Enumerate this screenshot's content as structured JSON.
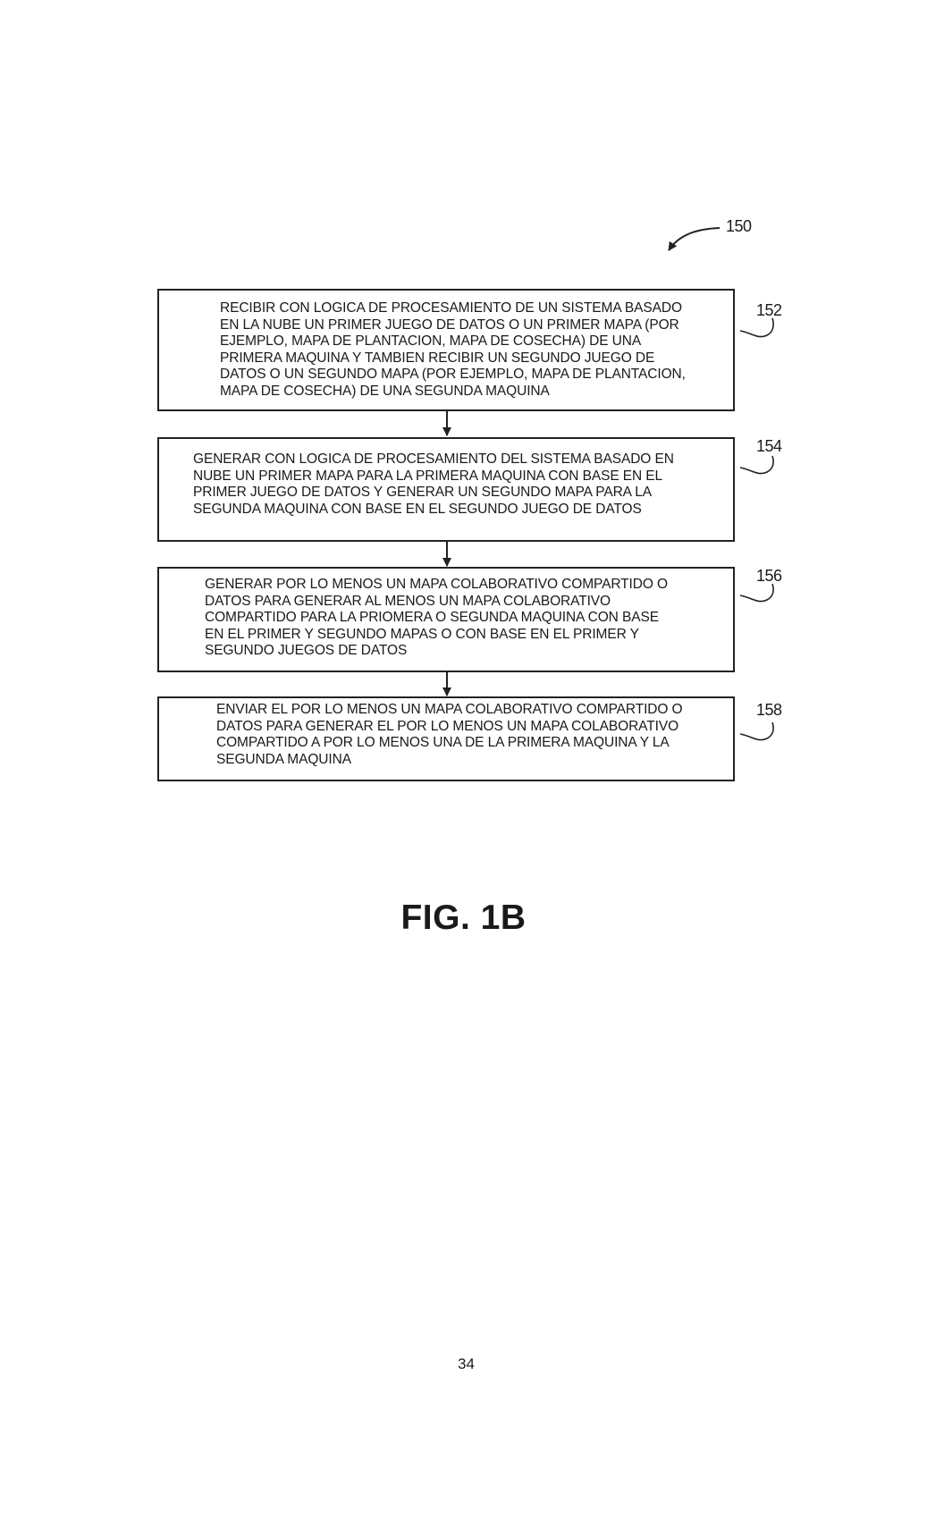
{
  "diagram": {
    "reference": "150",
    "steps": [
      {
        "ref": "152",
        "text": "RECIBIR CON LOGICA DE PROCESAMIENTO DE UN SISTEMA BASADO\nEN LA NUBE UN PRIMER JUEGO DE DATOS O UN PRIMER MAPA (POR\nEJEMPLO, MAPA DE PLANTACION, MAPA DE COSECHA) DE UNA\nPRIMERA MAQUINA Y TAMBIEN RECIBIR UN SEGUNDO JUEGO DE\nDATOS O UN SEGUNDO MAPA (POR EJEMPLO, MAPA DE PLANTACION,\nMAPA DE COSECHA) DE UNA SEGUNDA MAQUINA"
      },
      {
        "ref": "154",
        "text": "GENERAR CON LOGICA DE PROCESAMIENTO DEL SISTEMA BASADO EN\nNUBE UN PRIMER MAPA PARA LA PRIMERA MAQUINA CON BASE EN EL\nPRIMER JUEGO DE DATOS Y GENERAR UN SEGUNDO MAPA PARA LA\nSEGUNDA MAQUINA CON BASE EN EL SEGUNDO JUEGO DE DATOS"
      },
      {
        "ref": "156",
        "text": "GENERAR POR LO MENOS UN MAPA COLABORATIVO COMPARTIDO O\nDATOS PARA GENERAR AL MENOS UN MAPA COLABORATIVO\nCOMPARTIDO PARA LA PRIOMERA O SEGUNDA MAQUINA CON BASE\nEN EL PRIMER Y SEGUNDO MAPAS O CON BASE EN EL PRIMER Y\nSEGUNDO JUEGOS DE DATOS"
      },
      {
        "ref": "158",
        "text": "ENVIAR EL POR LO MENOS UN MAPA COLABORATIVO COMPARTIDO O\nDATOS PARA GENERAR EL POR LO MENOS UN MAPA COLABORATIVO\nCOMPARTIDO A POR LO MENOS UNA DE LA PRIMERA MAQUINA Y LA\nSEGUNDA MAQUINA"
      }
    ],
    "figure_title": "FIG. 1B"
  },
  "page_number": "34"
}
